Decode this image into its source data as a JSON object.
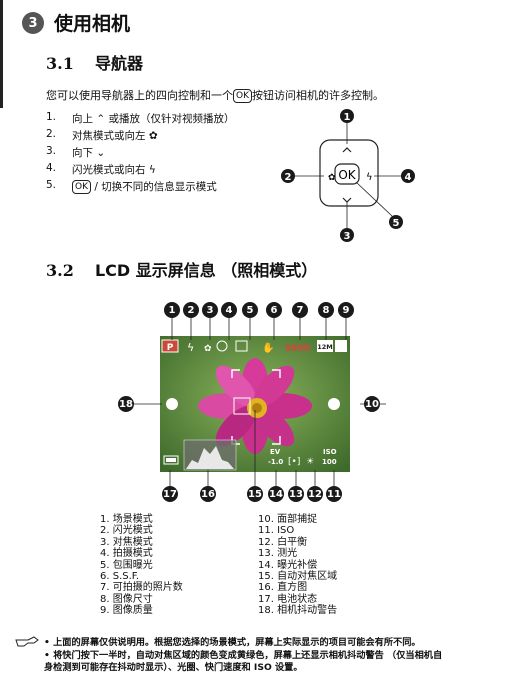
{
  "chapter": {
    "number": "3",
    "title": "使用相机"
  },
  "section1": {
    "number": "3.1",
    "title": "导航器"
  },
  "intro": {
    "before": "您可以使用导航器上的四向控制和一个",
    "ok": "OK",
    "after": "按钮访问相机的许多控制。"
  },
  "nav_items": [
    {
      "num": "1.",
      "text": "向上 ⌃ 或播放（仅针对视频播放）"
    },
    {
      "num": "2.",
      "text": "对焦模式或向左 ✿"
    },
    {
      "num": "3.",
      "text": "向下 ⌄"
    },
    {
      "num": "4.",
      "text": "闪光模式或向右 ϟ"
    },
    {
      "num": "5.",
      "text_ok": "OK",
      "text": " / 切换不同的信息显示模式"
    }
  ],
  "navpad": {
    "center": "OK",
    "callouts": [
      "1",
      "2",
      "3",
      "4",
      "5"
    ]
  },
  "section2": {
    "number": "3.2",
    "title": "LCD 显示屏信息 （照相模式）"
  },
  "lcd": {
    "top_callouts": [
      "1",
      "2",
      "3",
      "4",
      "5",
      "6",
      "7",
      "8",
      "9"
    ],
    "bottom_callouts": [
      "17",
      "16",
      "15",
      "14",
      "13",
      "12",
      "11"
    ],
    "left_callout": "18",
    "right_callout": "10",
    "scene_label": "P",
    "size_label": "12M",
    "shots_label": "9999",
    "ev_label": "EV",
    "ev_value": "-1.0",
    "iso_label": "ISO",
    "iso_value": "100"
  },
  "legend_left": [
    "1. 场景模式",
    "2. 闪光模式",
    "3. 对焦模式",
    "4. 拍摄模式",
    "5. 包围曝光",
    "6. S.S.F.",
    "7. 可拍摄的照片数",
    "8. 图像尺寸",
    "9. 图像质量"
  ],
  "legend_right": [
    "10. 面部捕捉",
    "11.  ISO",
    "12. 白平衡",
    "13. 测光",
    "14. 曝光补偿",
    "15. 自动对焦区域",
    "16. 直方图",
    "17. 电池状态",
    "18. 相机抖动警告"
  ],
  "note": {
    "line1": "• 上面的屏幕仅供说明用。根据您选择的场景模式，屏幕上实际显示的项目可能会有所不同。",
    "line2": "• 将快门按下一半时，自动对焦区域的颜色变成黄绿色，屏幕上还显示相机抖动警告 （仅当相机自",
    "line3": "  身检测到可能存在抖动时显示）、光圈、快门速度和 ISO 设置。"
  },
  "colors": {
    "accent": "#222222",
    "lcd_green": "#6f9a48",
    "flower": "#d63a9a"
  }
}
